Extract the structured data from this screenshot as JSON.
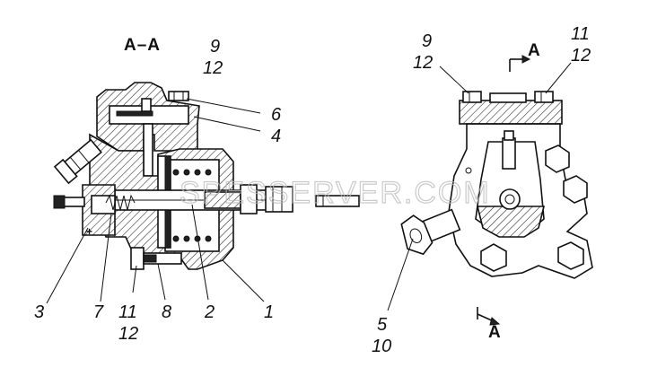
{
  "section_title": "А–А",
  "watermark": "SPESSERVER.COM",
  "section_marker_top": "А",
  "section_marker_bottom": "А",
  "labels": {
    "l9_left": "9",
    "l12_left": "12",
    "l6": "6",
    "l4": "4",
    "l3": "3",
    "l7": "7",
    "l11_left": "11",
    "l12_left_bottom": "12",
    "l8": "8",
    "l2": "2",
    "l1": "1",
    "l9_right": "9",
    "l12_right": "12",
    "l11_right": "11",
    "l12_right2": "12",
    "l5": "5",
    "l10": "10"
  }
}
